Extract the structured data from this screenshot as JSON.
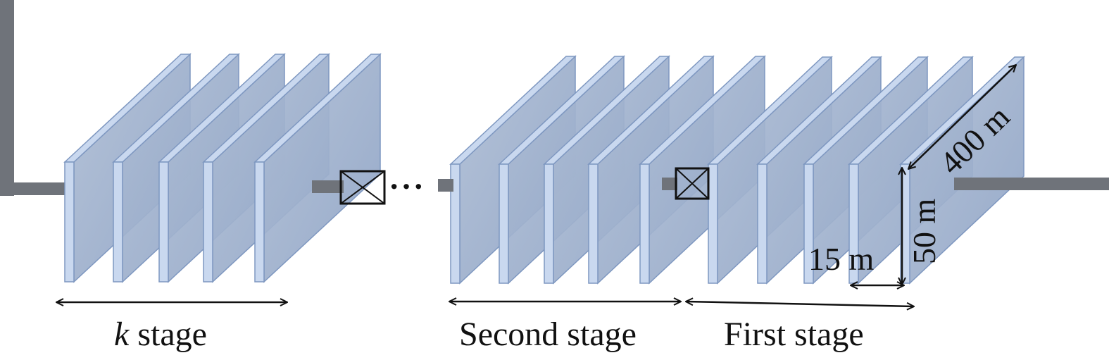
{
  "labels": {
    "k_var": "k",
    "k_rest": " stage",
    "second": "Second stage",
    "first": "First stage",
    "dim_width": "15 m",
    "dim_height": "50 m",
    "dim_length": "400 m",
    "ellipsis": "···"
  },
  "colors": {
    "panel_face": "#9fb1cc",
    "panel_front": "#c9d8ef",
    "panel_edge": "#7e97c0",
    "pipe": "#6f737a",
    "arrow": "#111111"
  },
  "groups": [
    {
      "name": "k-stage",
      "panels": 5
    },
    {
      "name": "second-stage",
      "panels": 5
    },
    {
      "name": "first-stage",
      "panels": 5
    }
  ],
  "valves": 2
}
